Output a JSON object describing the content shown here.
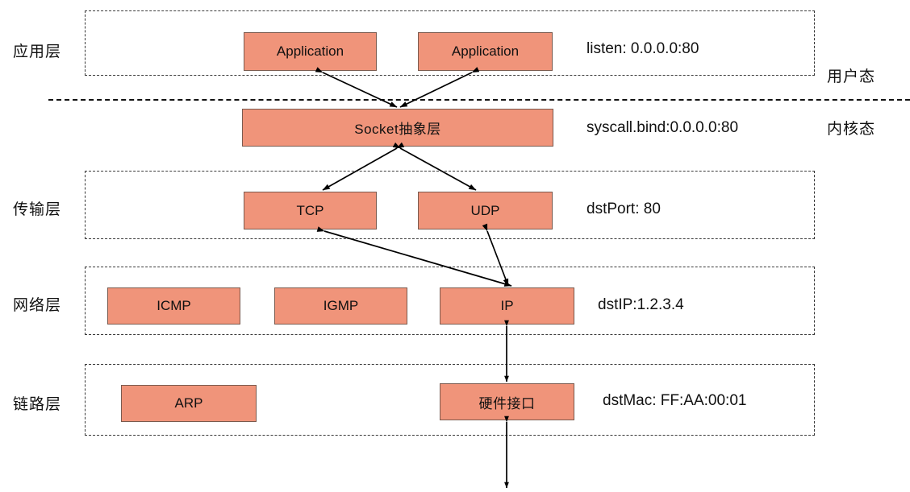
{
  "diagram": {
    "title": "Network protocol stack with user/kernel mode split",
    "palette": {
      "node_fill": "#F0947A",
      "node_border": "#7a5a4e",
      "group_border": "#3a3a3a",
      "text": "#111111",
      "arrow": "#000000",
      "background": "#ffffff"
    }
  },
  "layer_labels": [
    {
      "id": "application",
      "text": "应用层"
    },
    {
      "id": "transport",
      "text": "传输层"
    },
    {
      "id": "network",
      "text": "网络层"
    },
    {
      "id": "link",
      "text": "链路层"
    }
  ],
  "mode_labels": [
    {
      "id": "user-mode",
      "text": "用户态"
    },
    {
      "id": "kernel-mode",
      "text": "内核态"
    }
  ],
  "nodes": {
    "application_1": "Application",
    "application_2": "Application",
    "socket": "Socket抽象层",
    "tcp": "TCP",
    "udp": "UDP",
    "icmp": "ICMP",
    "igmp": "IGMP",
    "ip": "IP",
    "arp": "ARP",
    "hardware_interface": "硬件接口"
  },
  "annotations": {
    "listen": "listen: 0.0.0.0:80",
    "syscall_bind": "syscall.bind:0.0.0.0:80",
    "dst_port": "dstPort: 80",
    "dst_ip": "dstIP:1.2.3.4",
    "dst_mac": "dstMac: FF:AA:00:01"
  },
  "connections": [
    {
      "from": "application_1",
      "to": "socket",
      "style": "bidirectional"
    },
    {
      "from": "application_2",
      "to": "socket",
      "style": "bidirectional"
    },
    {
      "from": "socket",
      "to": "tcp",
      "style": "bidirectional"
    },
    {
      "from": "socket",
      "to": "udp",
      "style": "bidirectional"
    },
    {
      "from": "tcp",
      "to": "ip",
      "style": "bidirectional"
    },
    {
      "from": "udp",
      "to": "ip",
      "style": "bidirectional"
    },
    {
      "from": "ip",
      "to": "hardware_interface",
      "style": "bidirectional"
    },
    {
      "from": "hardware_interface",
      "to": "network_medium",
      "style": "bidirectional"
    }
  ]
}
